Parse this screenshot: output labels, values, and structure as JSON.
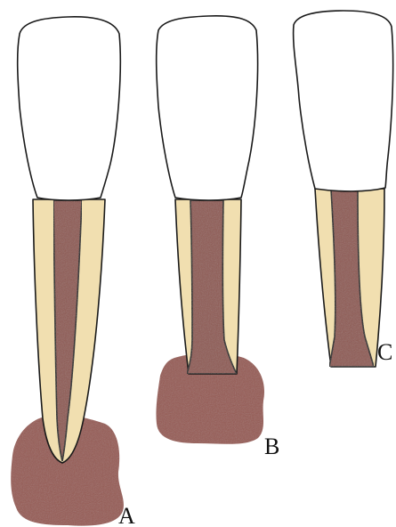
{
  "figure": {
    "labels": {
      "a": "A",
      "b": "B",
      "c": "C"
    }
  },
  "colors": {
    "crown": "#ffffff",
    "dentin": "#f1dfb0",
    "pulp": "#8f5a52",
    "lesion": "#965a52",
    "outline": "#1a1a1a"
  }
}
